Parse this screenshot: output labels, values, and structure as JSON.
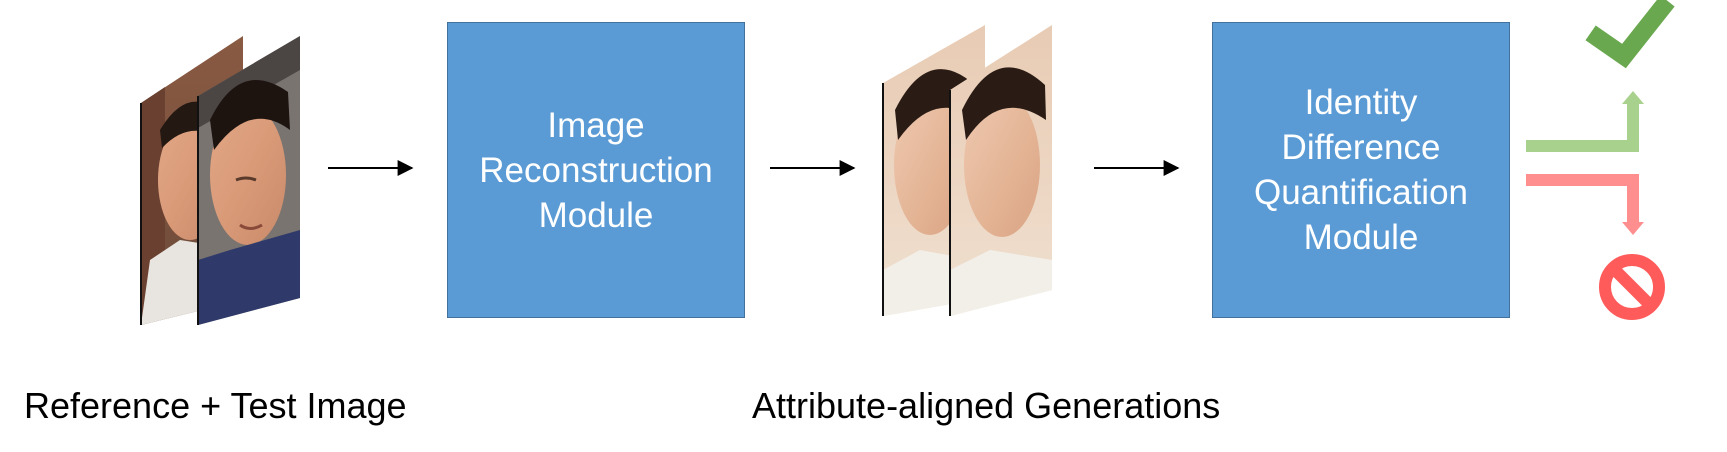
{
  "modules": {
    "reconstruction": {
      "label": "Image\nReconstruction\nModule"
    },
    "identity": {
      "label": "Identity\nDifference\nQuantification\nModule"
    }
  },
  "captions": {
    "input": "Reference + Test Image",
    "generations": "Attribute-aligned Generations"
  },
  "outcomes": {
    "accept_icon": "checkmark-icon",
    "reject_icon": "prohibited-icon"
  },
  "colors": {
    "module_fill": "#5b9bd5",
    "module_border": "#41719c",
    "accept": "#6aa84f",
    "accept_arrow": "#a9d18e",
    "reject": "#ff5b5b",
    "reject_arrow": "#ff8f8f"
  }
}
